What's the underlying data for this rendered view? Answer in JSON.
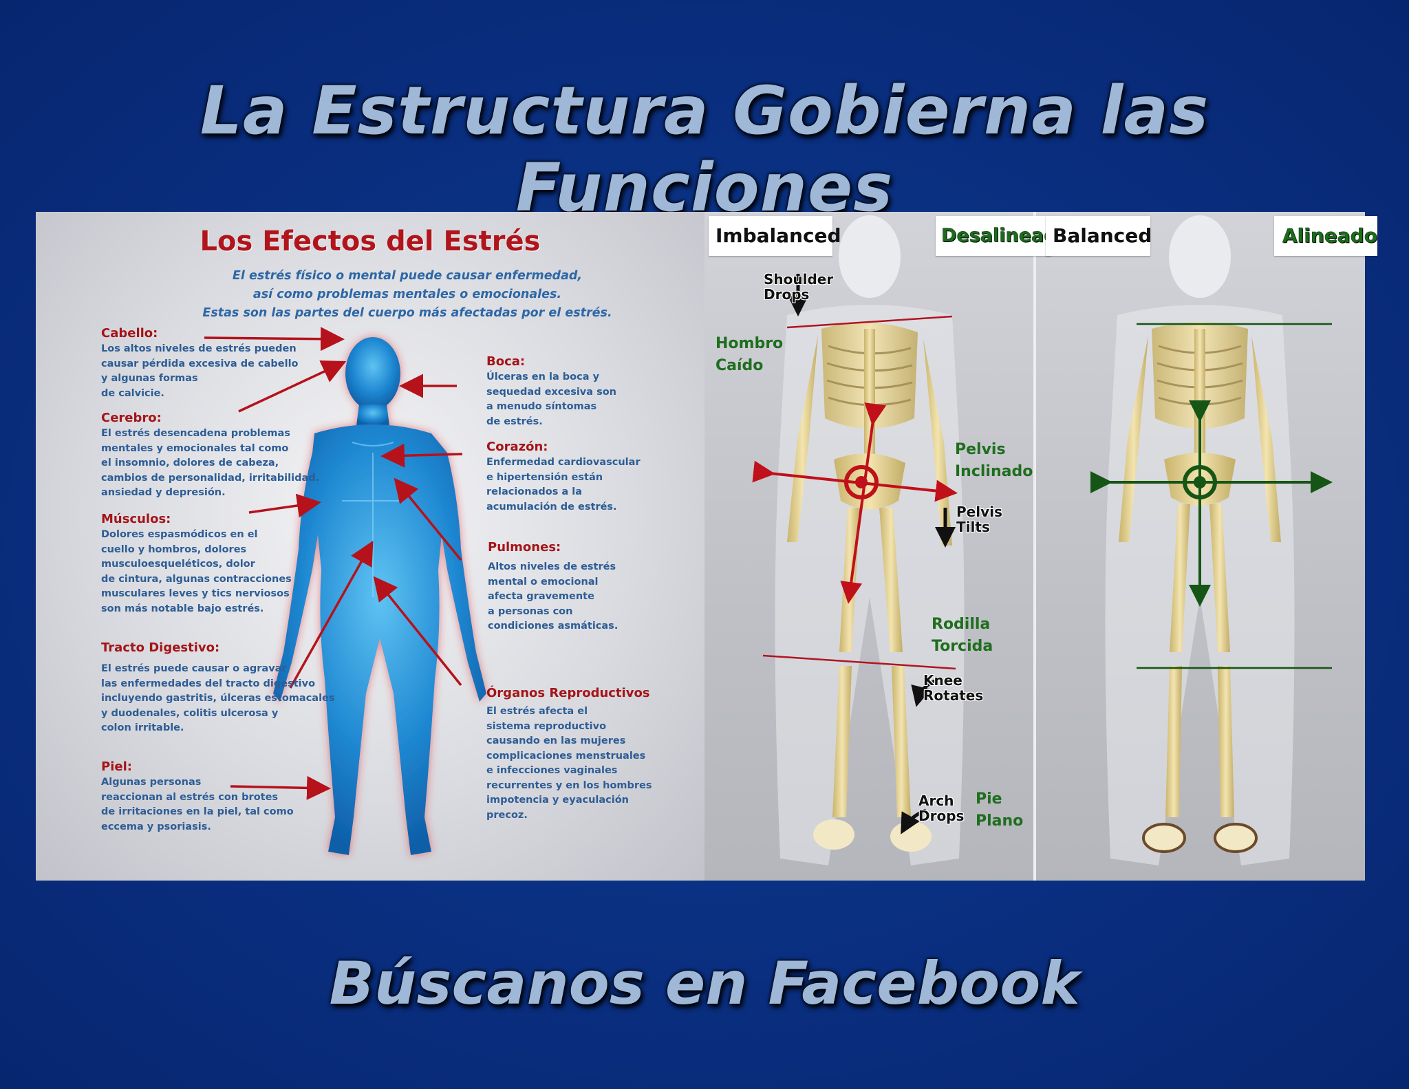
{
  "header": {
    "title": "La Estructura Gobierna las Funciones"
  },
  "footer": {
    "title": "Búscanos en Facebook"
  },
  "stress": {
    "title": "Los Efectos del Estrés",
    "intro": [
      "El estrés físico o mental puede causar enfermedad,",
      "así como problemas mentales o emocionales.",
      "Estas son las partes del cuerpo más afectadas por el estrés."
    ],
    "left_sections": [
      {
        "title": "Cabello:",
        "body": "Los altos niveles de estrés pueden\ncausar pérdida excesiva de cabello\ny algunas formas\nde calvicie."
      },
      {
        "title": "Cerebro:",
        "body": "El estrés desencadena problemas\nmentales y emocionales tal como\nel insomnio, dolores de cabeza,\ncambios de personalidad, irritabilidad.\nansiedad y depresión."
      },
      {
        "title": "Músculos:",
        "body": "Dolores espasmódicos en el\ncuello y hombros, dolores\nmusculoesqueléticos, dolor\nde cintura, algunas contracciones\nmusculares leves y tics nerviosos\nson más notable bajo estrés."
      },
      {
        "title": "Tracto Digestivo:",
        "body": "El estrés puede causar o agravar\nlas enfermedades del tracto digestivo\nincluyendo gastritis, úlceras estomacales\ny duodenales, colitis ulcerosa y\ncolon irritable."
      },
      {
        "title": "Piel:",
        "body": "Algunas personas\nreaccionan al estrés  con brotes\nde irritaciones en la piel, tal como\neccema y psoriasis."
      }
    ],
    "right_sections": [
      {
        "title": "Boca:",
        "body": "Úlceras en la boca y\nsequedad excesiva son\na menudo síntomas\nde estrés."
      },
      {
        "title": "Corazón:",
        "body": "Enfermedad cardiovascular\ne hipertensión están\nrelacionados a la\nacumulación de estrés."
      },
      {
        "title": "Pulmones:",
        "body": "Altos niveles de estrés\nmental o emocional\nafecta gravemente\na personas con\ncondiciones asmáticas."
      },
      {
        "title": "Órganos Reproductivos",
        "body": "El estrés afecta el\nsistema reproductivo\ncausando en las mujeres\ncomplicaciones menstruales\ne infecciones vaginales\nrecurrentes y en los hombres\nimpotencia y eyaculación\nprecoz."
      }
    ]
  },
  "alignment": {
    "imbalanced": {
      "label_en": "Imbalanced",
      "label_es": "Desalineado",
      "shoulder_en": "Shoulder\nDrops",
      "shoulder_es": "Hombro\nCaído",
      "pelvis_es": "Pelvis\nInclinado",
      "pelvis_en": "Pelvis\nTilts",
      "knee_es": "Rodilla\nTorcida",
      "knee_en": "Knee\nRotates",
      "arch_en": "Arch\nDrops",
      "arch_es": "Pie\nPlano"
    },
    "balanced": {
      "label_en": "Balanced",
      "label_es": "Alineado"
    }
  },
  "colors": {
    "background": "#0a2f80",
    "title_text": "#9fb8d8",
    "stress_red": "#b0151c",
    "stress_blue": "#2d5d95",
    "align_green": "#1f6e1f",
    "imbalance_red": "#c0101a",
    "balance_green": "#155515"
  }
}
